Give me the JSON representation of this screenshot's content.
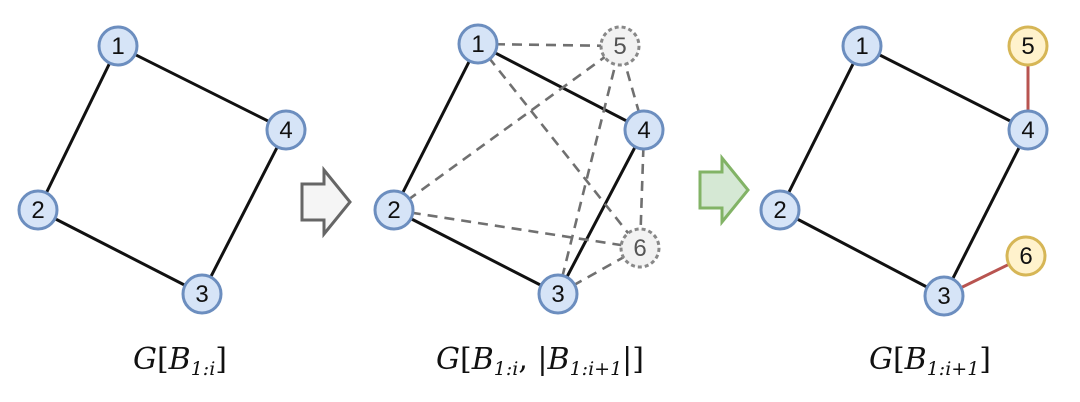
{
  "colors": {
    "node_blue_fill": "#d6e4f7",
    "node_blue_stroke": "#6c8ebf",
    "node_yellow_fill": "#fff2cc",
    "node_yellow_stroke": "#d6b656",
    "node_ghost_fill": "#f2f2f2",
    "node_ghost_stroke": "#888888",
    "edge_solid": "#111111",
    "edge_dashed": "#707070",
    "edge_new": "#b85450",
    "arrow_gray_fill": "#f5f5f5",
    "arrow_gray_stroke": "#666666",
    "arrow_green_fill": "#d5e8d4",
    "arrow_green_stroke": "#82b366"
  },
  "panels": [
    {
      "id": "panel-1",
      "nodes": [
        {
          "id": "n1",
          "label": "1",
          "style": "blue"
        },
        {
          "id": "n2",
          "label": "2",
          "style": "blue"
        },
        {
          "id": "n3",
          "label": "3",
          "style": "blue"
        },
        {
          "id": "n4",
          "label": "4",
          "style": "blue"
        }
      ],
      "edges": [
        {
          "from": "n1",
          "to": "n4",
          "style": "solid"
        },
        {
          "from": "n1",
          "to": "n2",
          "style": "solid"
        },
        {
          "from": "n2",
          "to": "n3",
          "style": "solid"
        },
        {
          "from": "n3",
          "to": "n4",
          "style": "solid"
        }
      ],
      "caption": {
        "g": "G",
        "open": "[",
        "b": "B",
        "sub": "1:i",
        "close": "]"
      }
    },
    {
      "id": "panel-2",
      "nodes": [
        {
          "id": "n1",
          "label": "1",
          "style": "blue"
        },
        {
          "id": "n2",
          "label": "2",
          "style": "blue"
        },
        {
          "id": "n3",
          "label": "3",
          "style": "blue"
        },
        {
          "id": "n4",
          "label": "4",
          "style": "blue"
        },
        {
          "id": "n5",
          "label": "5",
          "style": "ghost"
        },
        {
          "id": "n6",
          "label": "6",
          "style": "ghost"
        }
      ],
      "edges": [
        {
          "from": "n1",
          "to": "n4",
          "style": "solid"
        },
        {
          "from": "n1",
          "to": "n2",
          "style": "solid"
        },
        {
          "from": "n2",
          "to": "n3",
          "style": "solid"
        },
        {
          "from": "n3",
          "to": "n4",
          "style": "solid"
        },
        {
          "from": "n1",
          "to": "n5",
          "style": "dashed"
        },
        {
          "from": "n1",
          "to": "n6",
          "style": "dashed"
        },
        {
          "from": "n2",
          "to": "n5",
          "style": "dashed"
        },
        {
          "from": "n2",
          "to": "n6",
          "style": "dashed"
        },
        {
          "from": "n3",
          "to": "n5",
          "style": "dashed"
        },
        {
          "from": "n3",
          "to": "n6",
          "style": "dashed"
        },
        {
          "from": "n4",
          "to": "n5",
          "style": "dashed"
        },
        {
          "from": "n4",
          "to": "n6",
          "style": "dashed"
        }
      ],
      "caption": {
        "g": "G",
        "open": "[",
        "b": "B",
        "sub": "1:i",
        "comma": ",",
        "bar": "|",
        "b2": "B",
        "sub2": "1:i+1",
        "bar2": "|",
        "close": "]"
      }
    },
    {
      "id": "panel-3",
      "nodes": [
        {
          "id": "n1",
          "label": "1",
          "style": "blue"
        },
        {
          "id": "n2",
          "label": "2",
          "style": "blue"
        },
        {
          "id": "n3",
          "label": "3",
          "style": "blue"
        },
        {
          "id": "n4",
          "label": "4",
          "style": "blue"
        },
        {
          "id": "n5",
          "label": "5",
          "style": "yellow"
        },
        {
          "id": "n6",
          "label": "6",
          "style": "yellow"
        }
      ],
      "edges": [
        {
          "from": "n1",
          "to": "n4",
          "style": "solid"
        },
        {
          "from": "n1",
          "to": "n2",
          "style": "solid"
        },
        {
          "from": "n2",
          "to": "n3",
          "style": "solid"
        },
        {
          "from": "n3",
          "to": "n4",
          "style": "solid"
        },
        {
          "from": "n5",
          "to": "n4",
          "style": "new"
        },
        {
          "from": "n3",
          "to": "n6",
          "style": "new"
        }
      ],
      "caption": {
        "g": "G",
        "open": "[",
        "b": "B",
        "sub": "1:i+1",
        "close": "]"
      }
    }
  ],
  "arrows": [
    {
      "id": "arrow-1",
      "style": "gray"
    },
    {
      "id": "arrow-2",
      "style": "green"
    }
  ]
}
